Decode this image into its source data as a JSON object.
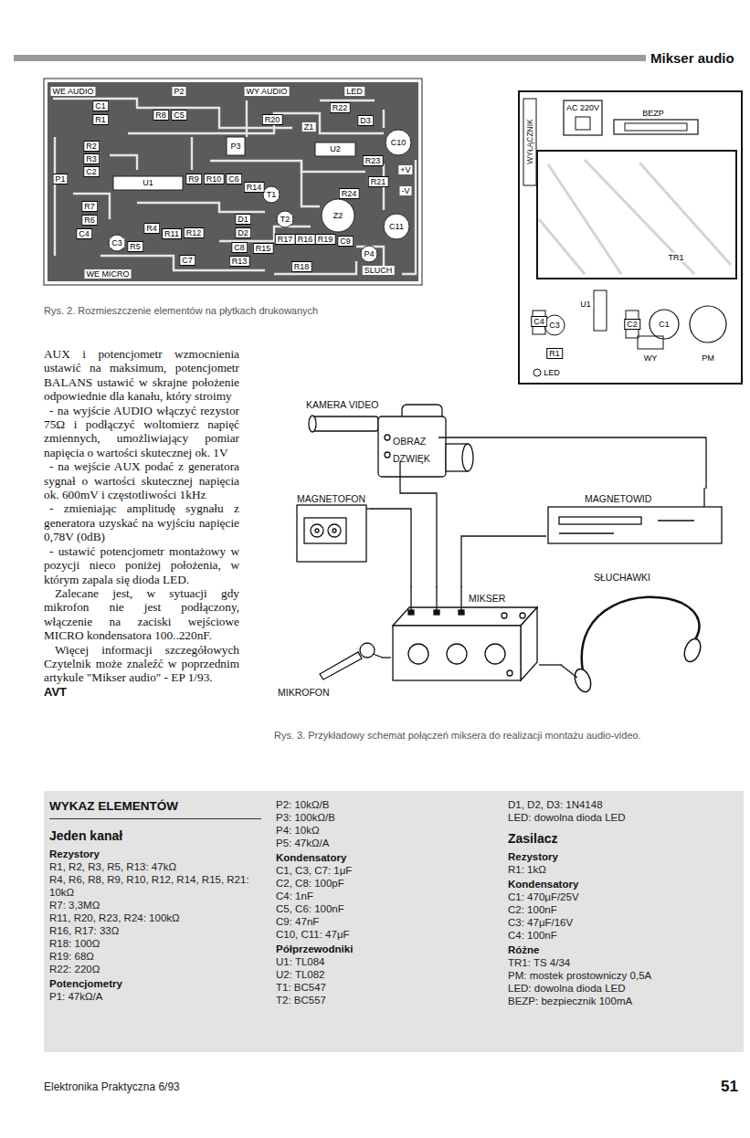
{
  "diagram": {
    "title": "Mikser audio",
    "caption": "Rys. 3. Przykładowy schemat połączeń miksera do realizacji montażu audio-video.",
    "nodes": [
      {
        "text": [
          "KAMERA VIDEO"
        ]
      },
      {
        "text": [
          "OBRAZ"
        ],
        "in": 0
      },
      {
        "text": [
          "DZWIĘK"
        ],
        "in": 0
      },
      {
        "text": [
          "MAGNETOFON"
        ]
      },
      {
        "text": [
          "MAGNETOWID"
        ]
      },
      {
        "text": [
          "MIKSER"
        ]
      },
      {
        "text": [
          "SŁUCHAWKI"
        ]
      },
      {
        "text": [
          "MIKROFON"
        ]
      }
    ],
    "edges": [
      {
        "from": 1,
        "to": 4,
        "arrow": "none"
      },
      {
        "from": 2,
        "to": 5,
        "arrow": "none"
      },
      {
        "from": 3,
        "to": 5,
        "arrow": "none"
      },
      {
        "from": 4,
        "to": 5,
        "arrow": "none"
      },
      {
        "from": 5,
        "to": 6,
        "arrow": "none"
      },
      {
        "from": 7,
        "to": 5,
        "arrow": "none"
      }
    ],
    "labels": [
      "WE AUDIO",
      "P2",
      "WY AUDIO",
      "LED",
      "C1",
      "R1",
      "R8",
      "C5",
      "R20",
      "Z1",
      "R22",
      "D3",
      "P3",
      "U2",
      "C10",
      "R2",
      "R3",
      "C2",
      "P1",
      "U1",
      "R9",
      "R10",
      "C6",
      "R14",
      "T1",
      "+V",
      "-V",
      "R23",
      "R24",
      "R21",
      "R7",
      "R6",
      "C4",
      "C3",
      "R4",
      "R11",
      "R12",
      "D1",
      "D2",
      "T2",
      "Z2",
      "C11",
      "R5",
      "C7",
      "C8",
      "R13",
      "R15",
      "R17",
      "R16",
      "R19",
      "C9",
      "P4",
      "R18",
      "SLUCH",
      "WE MICRO",
      "Rys. 2. Rozmieszczenie elementów na płytkach drukowanych",
      "WYŁĄCZNIK",
      "AC 220V",
      "BEZP",
      "TR1",
      "U1",
      "C4",
      "C3",
      "C2",
      "C1",
      "R1",
      "WY",
      "PM",
      "LED",
      "AUX i potencjometr wzmocnienia ustawić na maksimum, potencjometr BALANS ustawić w skrajne położenie odpowiednie dla kanału, który stroimy",
      "- na wyjście AUDIO włączyć rezystor 75Ω i podłączyć woltomierz napięć zmiennych, umożliwiający pomiar napięcia o wartości skutecznej ok. 1V",
      "- na wejście AUX podać z generatora sygnał o wartości skutecznej napięcia ok. 600mV i częstotliwości 1kHz",
      "- zmieniając amplitudę sygnału z generatora uzyskać na wyjściu napięcie 0,78V (0dB)",
      "- ustawić potencjometr montażowy w pozycji nieco poniżej położenia, w którym zapala się dioda LED.",
      "Zalecane jest, w sytuacji gdy mikrofon nie jest podłączony, włączenie na zaciski wejściowe MICRO kondensatora 100..220nF.",
      "Więcej informacji szczegółowych Czytelnik może znaleźć w poprzednim artykule \"Mikser audio\" - EP 1/93.",
      "AVT",
      "WYKAZ ELEMENTÓW",
      "Jeden kanał",
      "Rezystory",
      "R1, R2, R3, R5, R13: 47kΩ",
      "R4, R6, R8, R9, R10, R12, R14, R15, R21: 10kΩ",
      "R7: 3,3MΩ",
      "R11, R20, R23, R24: 100kΩ",
      "R16, R17: 33Ω",
      "R18: 100Ω",
      "R19: 68Ω",
      "R22: 220Ω",
      "Potencjometry",
      "P1: 47kΩ/A",
      "P2: 10kΩ/B",
      "P3: 100kΩ/B",
      "P4: 10kΩ",
      "P5: 47kΩ/A",
      "Kondensatory",
      "C1, C3, C7: 1μF",
      "C2, C8: 100pF",
      "C4: 1nF",
      "C5, C6: 100nF",
      "C9: 47nF",
      "C10, C11: 47μF",
      "Półprzewodniki",
      "U1: TL084",
      "U2: TL082",
      "T1: BC547",
      "T2: BC557",
      "D1, D2, D3: 1N4148",
      "LED: dowolna dioda LED",
      "Zasilacz",
      "Rezystory",
      "R1: 1kΩ",
      "Kondensatory",
      "C1: 470μF/25V",
      "C2: 100nF",
      "C3: 47μF/16V",
      "C4: 100nF",
      "Różne",
      "TR1: TS 4/34",
      "PM: mostek prostowniczy 0,5A",
      "LED: dowolna dioda LED",
      "BEZP: bezpiecznik 100mA",
      "Elektronika Praktyczna 6/93",
      "51"
    ]
  }
}
